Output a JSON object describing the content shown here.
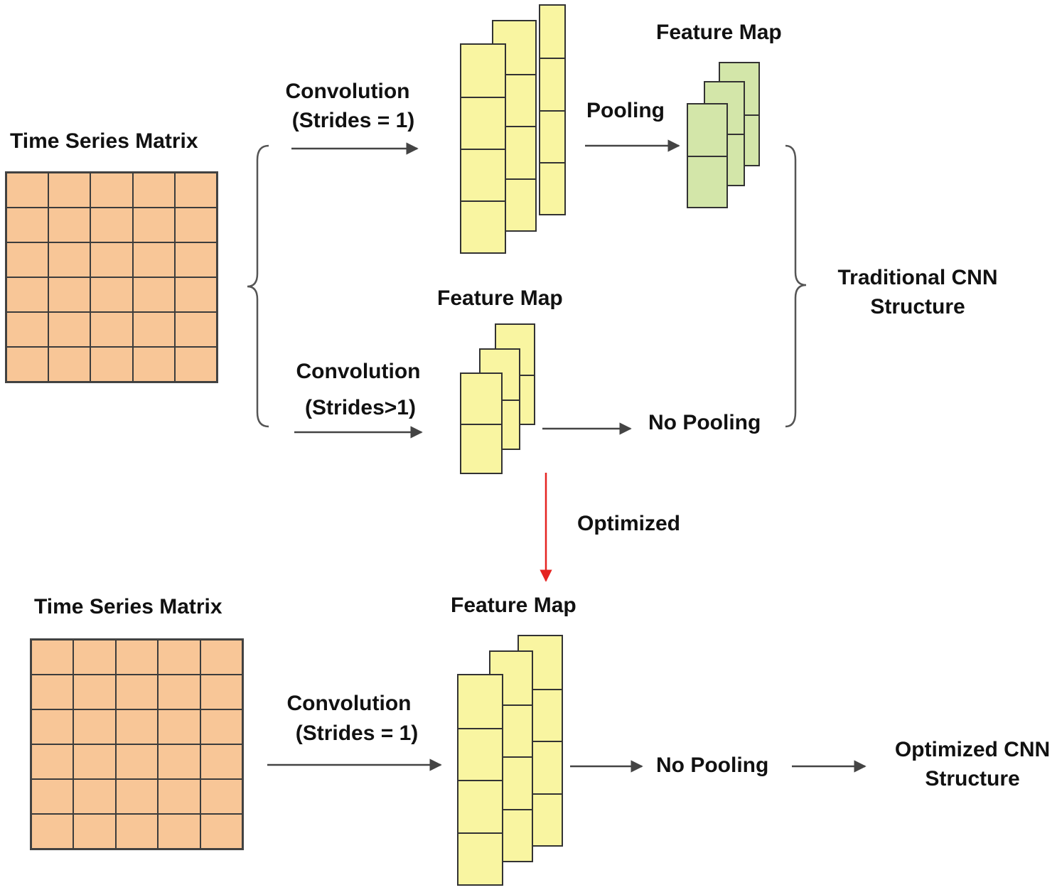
{
  "colors": {
    "matrix_fill": "#f8c697",
    "conv_fill": "#f9f5a1",
    "pool_fill": "#d3e6a9",
    "line": "#333333",
    "arrow": "#444444",
    "optimized_arrow": "#e52421"
  },
  "top": {
    "matrix_title": "Time Series Matrix",
    "conv1_line1": "Convolution",
    "conv1_line2": "(Strides = 1)",
    "feature_map_1": "Feature Map",
    "pooling": "Pooling",
    "conv2_line1": "Convolution",
    "conv2_line2": "(Strides>1)",
    "feature_map_2": "Feature Map",
    "no_pooling": "No Pooling",
    "structure_line1": "Traditional CNN",
    "structure_line2": "Structure"
  },
  "optimized": "Optimized",
  "bottom": {
    "matrix_title": "Time Series Matrix",
    "conv_line1": "Convolution",
    "conv_line2": "(Strides = 1)",
    "feature_map": "Feature Map",
    "no_pooling": "No Pooling",
    "structure_line1": "Optimized CNN",
    "structure_line2": "Structure"
  }
}
